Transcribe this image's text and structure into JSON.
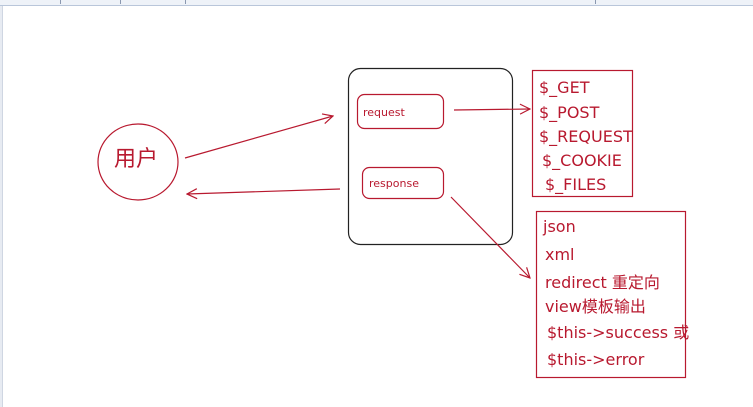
{
  "user": {
    "label": "用户"
  },
  "controller": {
    "request_label": "request",
    "response_label": "response"
  },
  "inputs": {
    "items": [
      "$_GET",
      "$_POST",
      "$_REQUEST",
      "$_COOKIE",
      "$_FILES"
    ]
  },
  "outputs": {
    "items": [
      "json",
      "xml",
      "redirect 重定向",
      "view模板输出",
      "$this->success 或",
      "$this->error"
    ]
  },
  "colors": {
    "ink": "#b8192f",
    "controller_border": "#222222"
  }
}
